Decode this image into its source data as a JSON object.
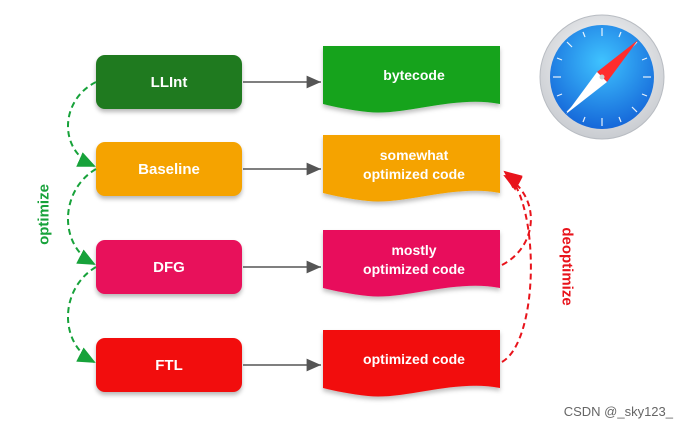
{
  "colors": {
    "llint": "#1f7a1f",
    "baseline": "#f5a300",
    "dfg": "#e8115b",
    "ftl": "#f20d0d",
    "bytecode_doc": "#12a31a",
    "optimize_arrow": "#17a23a",
    "deoptimize_arrow": "#e8131b"
  },
  "tiers": [
    {
      "id": "llint",
      "label": "LLInt"
    },
    {
      "id": "baseline",
      "label": "Baseline"
    },
    {
      "id": "dfg",
      "label": "DFG"
    },
    {
      "id": "ftl",
      "label": "FTL"
    }
  ],
  "outputs": [
    {
      "lines": [
        "bytecode"
      ]
    },
    {
      "lines": [
        "somewhat",
        "optimized code"
      ]
    },
    {
      "lines": [
        "mostly",
        "optimized code"
      ]
    },
    {
      "lines": [
        "optimized code"
      ]
    }
  ],
  "labels": {
    "optimize": "optimize",
    "deoptimize": "deoptimize"
  },
  "logo": {
    "icon": "safari-compass-icon"
  },
  "watermark": "CSDN @_sky123_"
}
